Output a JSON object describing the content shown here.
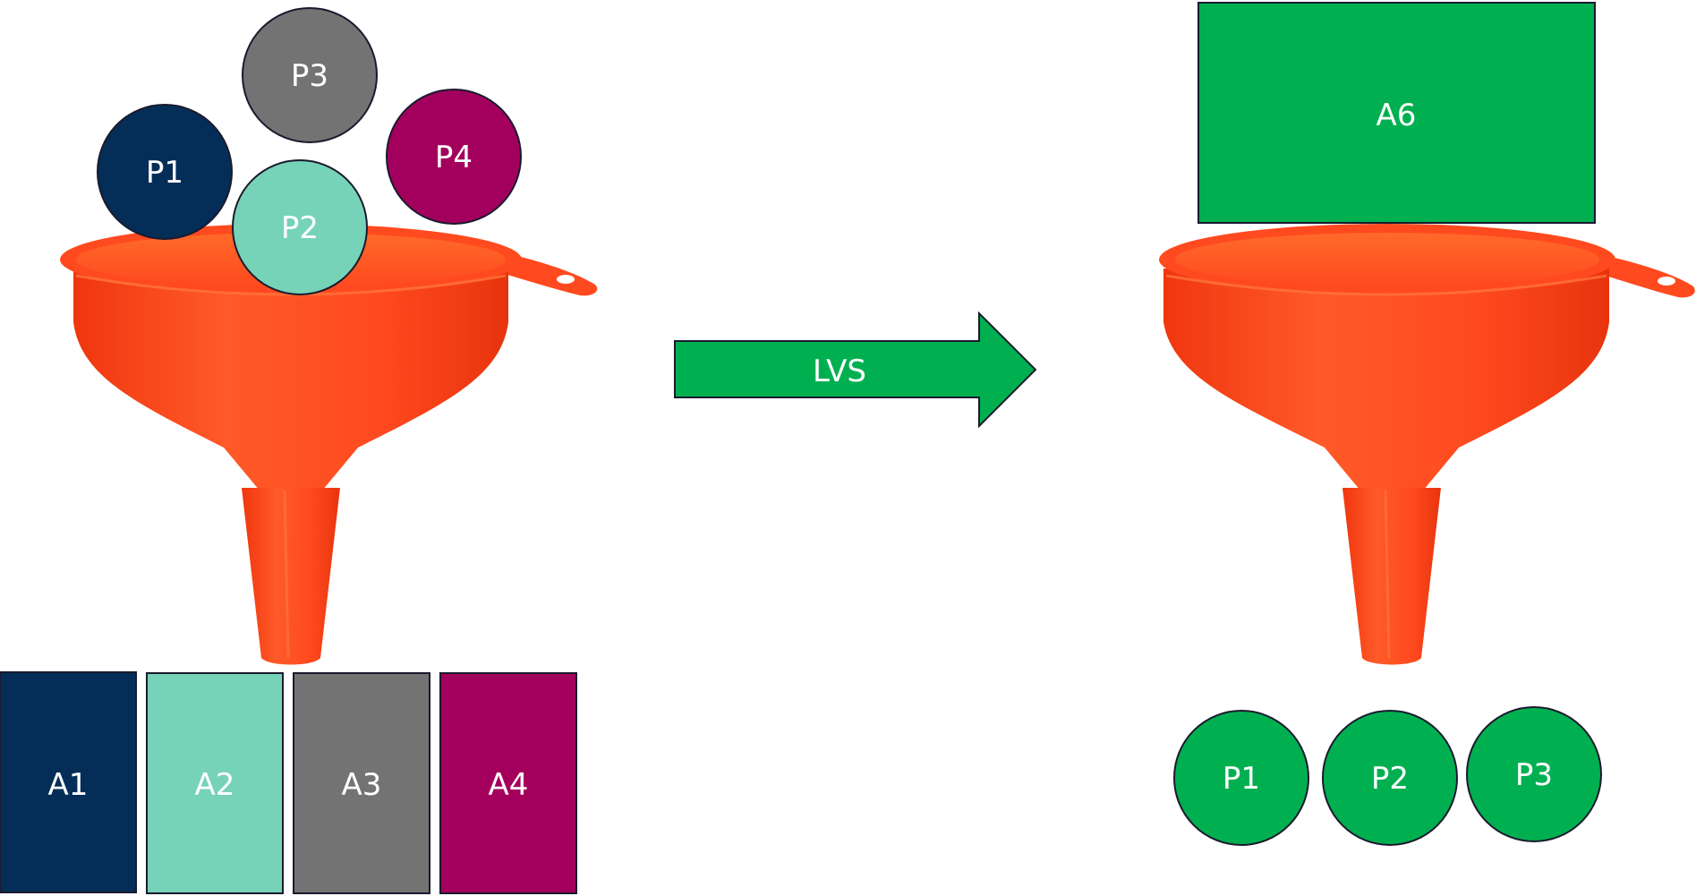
{
  "colors": {
    "navy": "#042e57",
    "mint": "#76d3b7",
    "gray": "#737373",
    "magenta": "#a3005e",
    "green": "#00b050",
    "funnel": "#ff4a1f",
    "outline": "#1a1a2e"
  },
  "left": {
    "inputs": [
      {
        "label": "P1",
        "color": "#042e57"
      },
      {
        "label": "P2",
        "color": "#76d3b7"
      },
      {
        "label": "P3",
        "color": "#737373"
      },
      {
        "label": "P4",
        "color": "#a3005e"
      }
    ],
    "outputs": [
      {
        "label": "A1",
        "color": "#042e57"
      },
      {
        "label": "A2",
        "color": "#76d3b7"
      },
      {
        "label": "A3",
        "color": "#737373"
      },
      {
        "label": "A4",
        "color": "#a3005e"
      }
    ]
  },
  "arrow": {
    "label": "LVS",
    "color": "#00b050"
  },
  "right": {
    "input": {
      "label": "A6",
      "color": "#00b050"
    },
    "outputs": [
      {
        "label": "P1",
        "color": "#00b050"
      },
      {
        "label": "P2",
        "color": "#00b050"
      },
      {
        "label": "P3",
        "color": "#00b050"
      }
    ]
  }
}
